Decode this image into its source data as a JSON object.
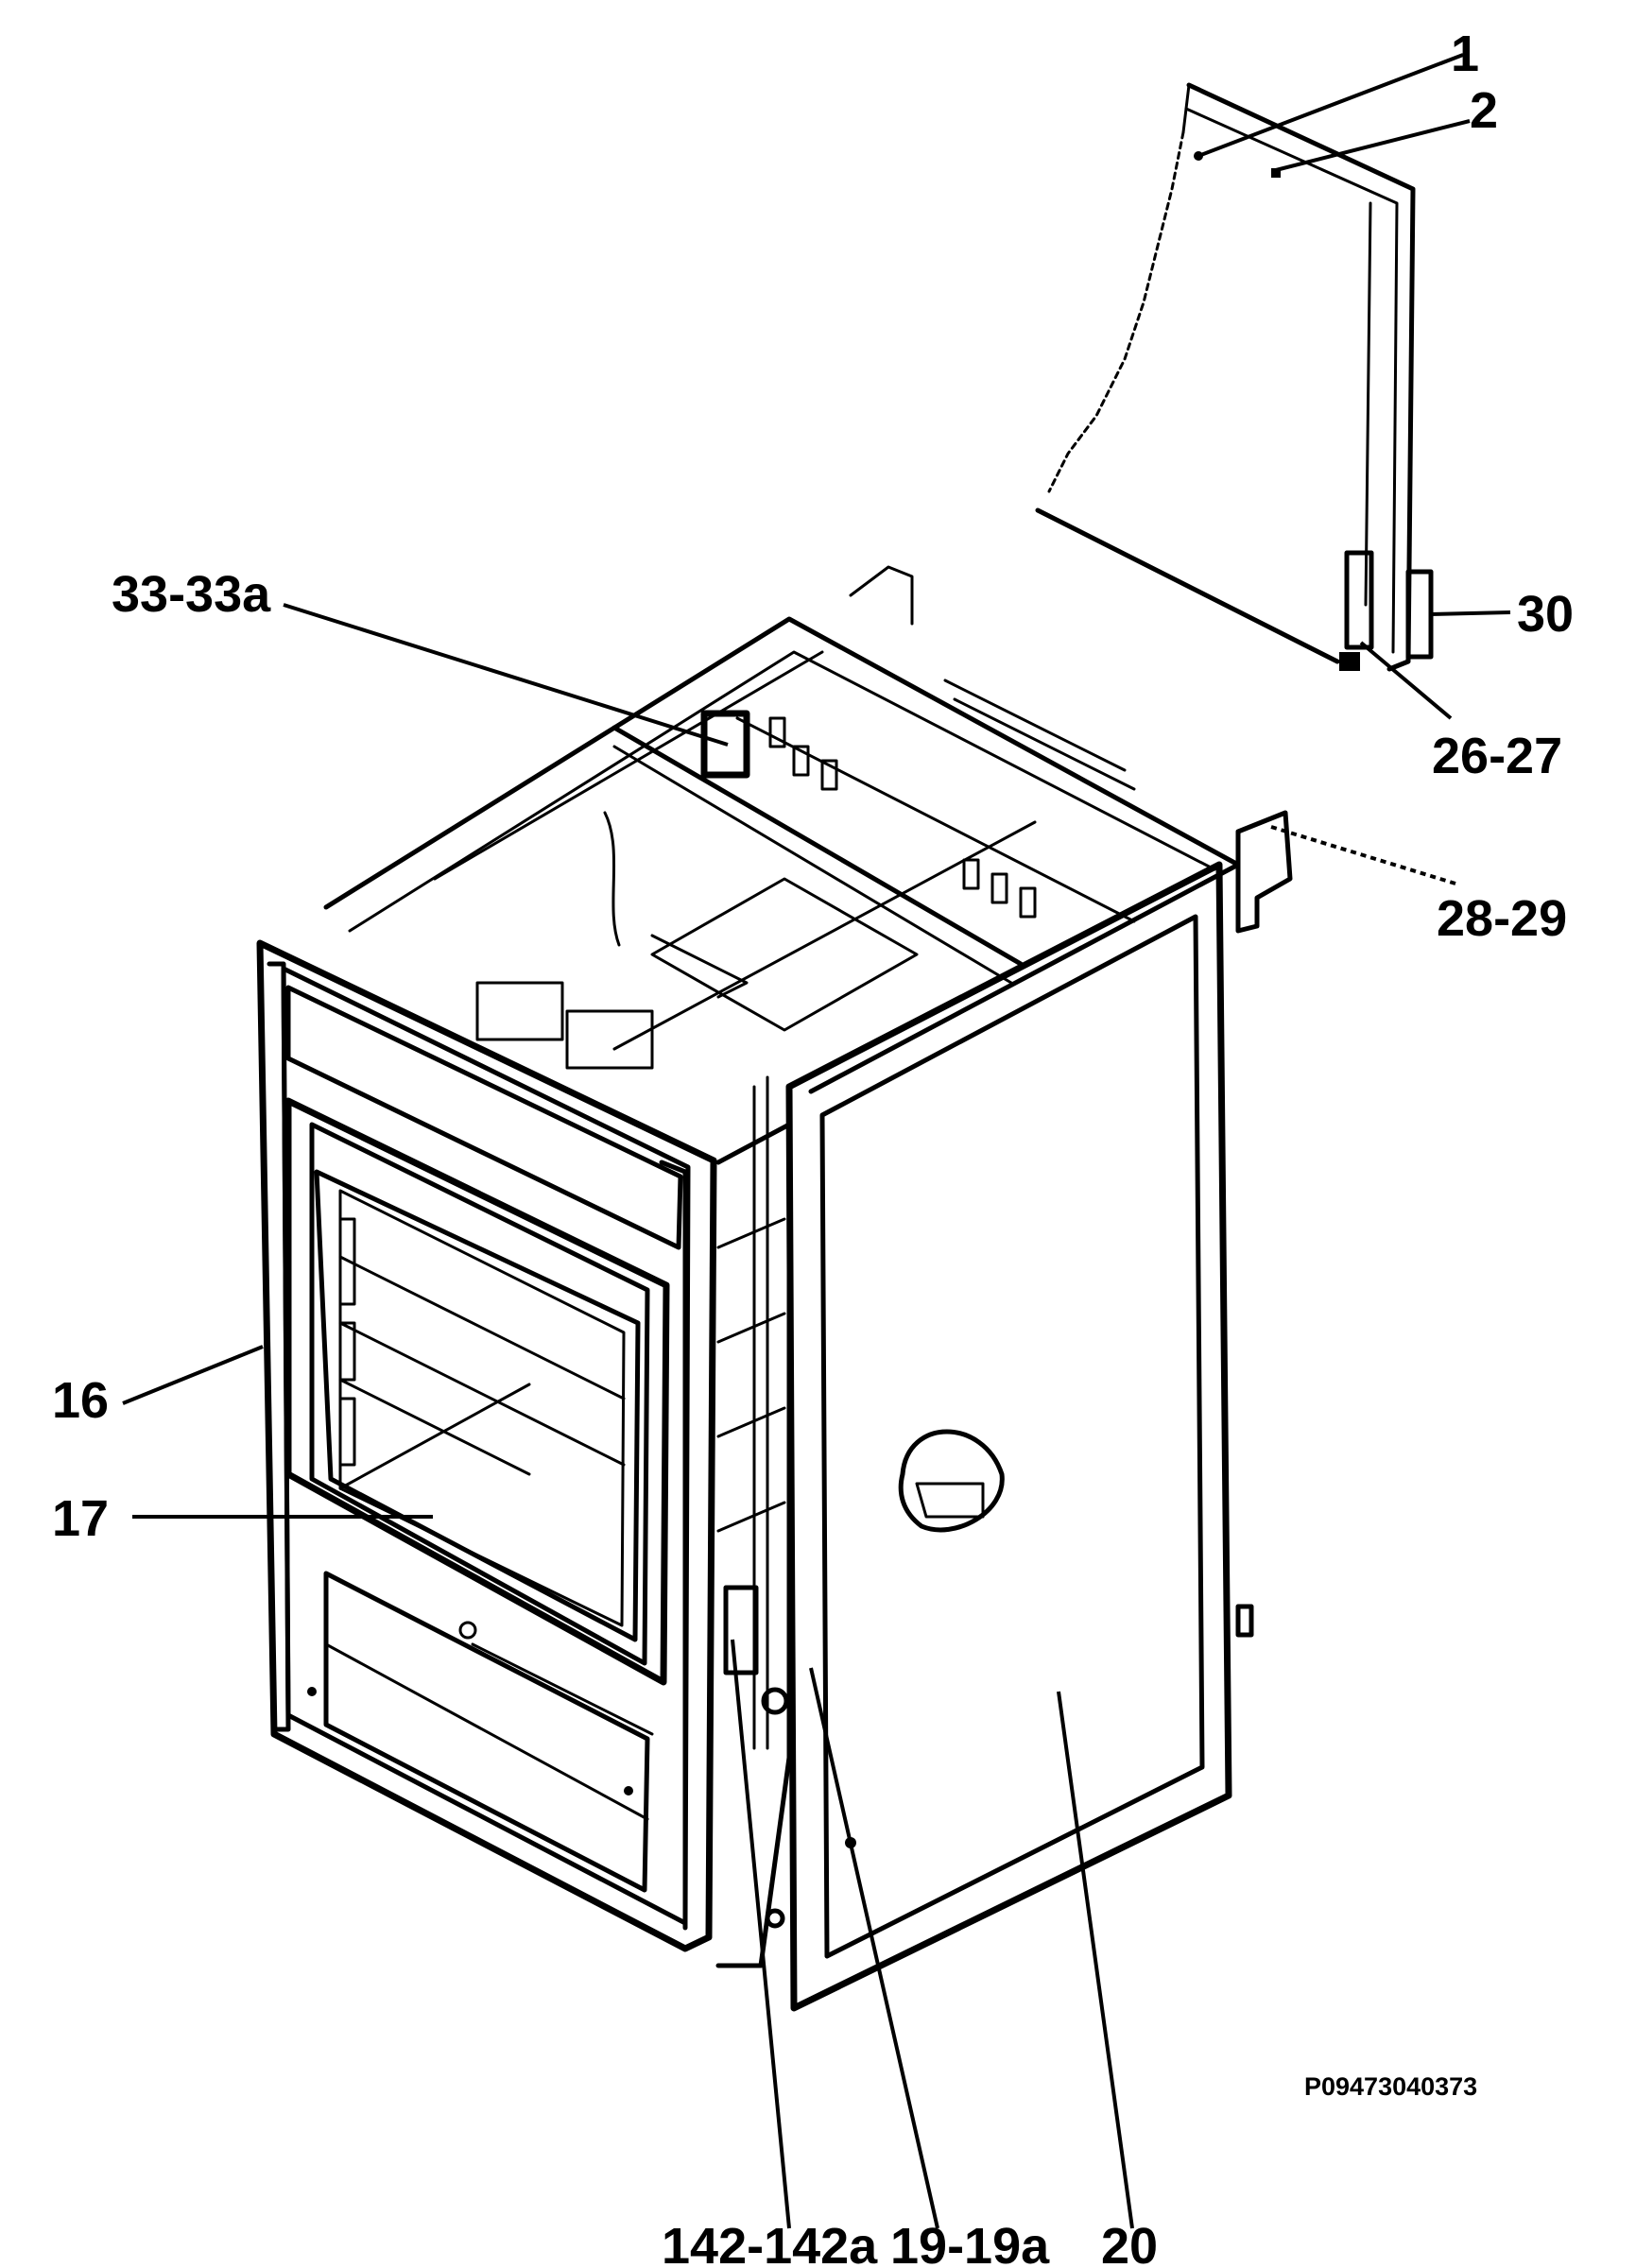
{
  "diagram": {
    "callouts": [
      {
        "id": "c1",
        "label": "1"
      },
      {
        "id": "c2",
        "label": "2"
      },
      {
        "id": "c30",
        "label": "30"
      },
      {
        "id": "c26",
        "label": "26-27"
      },
      {
        "id": "c28",
        "label": "28-29"
      },
      {
        "id": "c33",
        "label": "33-33a"
      },
      {
        "id": "c16",
        "label": "16"
      },
      {
        "id": "c17",
        "label": "17"
      },
      {
        "id": "c142",
        "label": "142-142a"
      },
      {
        "id": "c19",
        "label": "19-19a"
      },
      {
        "id": "c20",
        "label": "20"
      }
    ],
    "drawing_code": "P09473040373"
  }
}
